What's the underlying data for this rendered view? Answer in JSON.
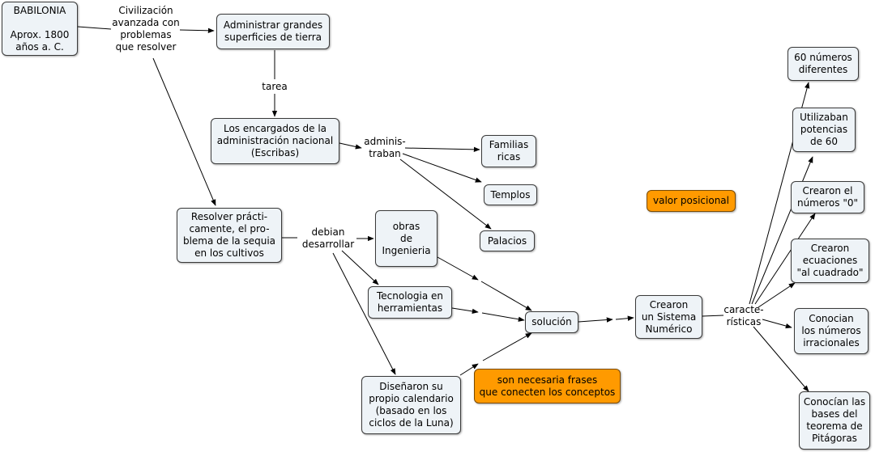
{
  "concepts": {
    "babilonia": "BABILONIA\n\nAprox. 1800\naños a. C.",
    "administrar": "Administrar grandes\nsuperficies de tierra",
    "encargados": "Los encargados de la\nadministración nacional\n(Escribas)",
    "familias": "Familias\nricas",
    "templos": "Templos",
    "palacios": "Palacios",
    "resolver": "Resolver prácti-\ncamente, el pro-\nblema de la sequia\nen los cultivos",
    "obras": "obras\nde\nIngenieria",
    "tecnologia": "Tecnologia en\nherramientas",
    "disenaron": "Diseñaron su\npropio calendario\n(basado en los\nciclos de la Luna)",
    "solucion": "solución",
    "sistema": "Crearon\nun Sistema\nNumérico",
    "sesenta": "60 números\ndiferentes",
    "potencias": "Utilizaban\npotencias\nde 60",
    "cero": "Crearon el\nnúmeros \"0\"",
    "ecuaciones": "Crearon\necuaciones\n\"al cuadrado\"",
    "irracionales": "Conocian\nlos números\nirracionales",
    "pitagoras": "Conocían las\nbases del\nteorema de\nPitágoras"
  },
  "notes": {
    "valor_posicional": "valor posicional",
    "frases": "son necesaria frases\nque conecten los conceptos"
  },
  "links": {
    "civilizacion": "Civilización\navanzada con\nproblemas\nque resolver",
    "tarea": "tarea",
    "administraban": "adminis-\ntraban",
    "debian": "debian\ndesarrollar",
    "caracteristicas": "caracte-\nrísticas"
  },
  "colors": {
    "concept_fill": "#eef3f7",
    "note_fill": "#ff9a00",
    "line": "#000000"
  }
}
